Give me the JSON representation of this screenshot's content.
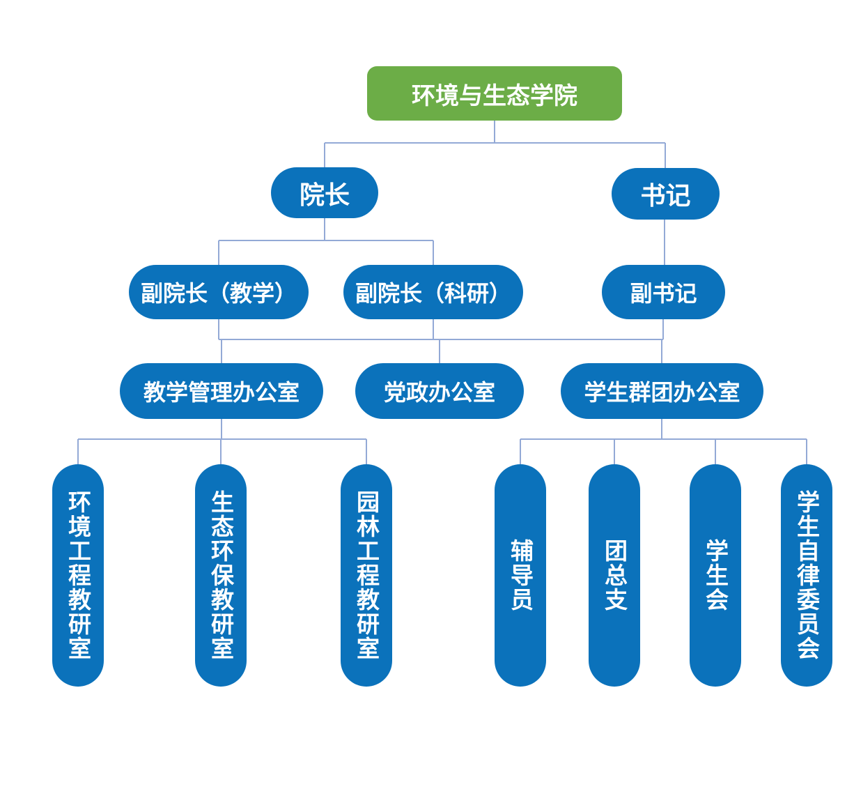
{
  "diagram": {
    "type": "org-chart",
    "title": "环境与生态学院",
    "colors": {
      "node_blue": "#0B72BB",
      "node_green": "#6CAD47",
      "connector_line": "#93A9D6",
      "node_text": "#ffffff",
      "background": "#ffffff"
    },
    "nodes": {
      "root": {
        "label": "环境与生态学院",
        "level": 1,
        "parent": null
      },
      "dean": {
        "label": "院长",
        "level": 2,
        "parent": "root"
      },
      "secretary": {
        "label": "书记",
        "level": 2,
        "parent": "root"
      },
      "vice_dean_teaching": {
        "label": "副院长（教学）",
        "level": 3,
        "parent": "dean"
      },
      "vice_dean_research": {
        "label": "副院长（科研）",
        "level": 3,
        "parent": "dean"
      },
      "vice_secretary": {
        "label": "副书记",
        "level": 3,
        "parent": "secretary"
      },
      "teaching_office": {
        "label": "教学管理办公室",
        "level": 4,
        "parent": "vice_dean_teaching"
      },
      "party_office": {
        "label": "党政办公室",
        "level": 4,
        "parent": "vice_dean_research"
      },
      "student_office": {
        "label": "学生群团办公室",
        "level": 4,
        "parent": "vice_secretary"
      },
      "env_eng_office": {
        "label": "环境工程教研室",
        "level": 5,
        "parent": "teaching_office"
      },
      "eco_env_office": {
        "label": "生态环保教研室",
        "level": 5,
        "parent": "teaching_office"
      },
      "landscape_office": {
        "label": "园林工程教研室",
        "level": 5,
        "parent": "teaching_office"
      },
      "counselor": {
        "label": "辅导员",
        "level": 5,
        "parent": "student_office"
      },
      "league_branch": {
        "label": "团总支",
        "level": 5,
        "parent": "student_office"
      },
      "student_union": {
        "label": "学生会",
        "level": 5,
        "parent": "student_office"
      },
      "self_discipline": {
        "label": "学生自律委员会",
        "level": 5,
        "parent": "student_office"
      }
    }
  }
}
